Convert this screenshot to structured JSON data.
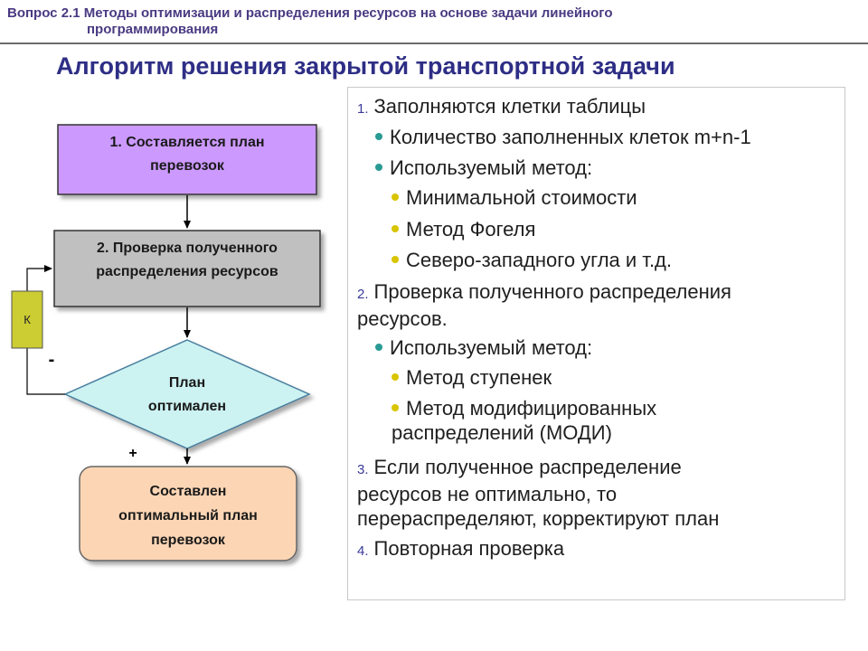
{
  "header": {
    "line1": "Вопрос 2.1 Методы оптимизации и распределения ресурсов на основе задачи линейного",
    "line2": "программирования"
  },
  "title": "Алгоритм решения закрытой транспортной задачи",
  "flowchart": {
    "box1": [
      "1. Составляется план",
      "перевозок"
    ],
    "box2": [
      "2. Проверка полученного",
      "распределения ресурсов"
    ],
    "decision": [
      "План",
      "оптимален"
    ],
    "box3": [
      "Составлен",
      "оптимальный план",
      "перевозок"
    ],
    "k_label": "К",
    "minus_label": "-",
    "plus_label": "+",
    "colors": {
      "box1": "#cc99ff",
      "box2": "#c0c0c0",
      "decision": "#ccf2f2",
      "box3": "#fcd5b4",
      "k_box": "#cccc33"
    }
  },
  "steps": {
    "s1": {
      "num": "1.",
      "text": "Заполняются клетки таблицы"
    },
    "s1_b1": "Количество заполненных клеток m+n-1",
    "s1_b2": "Используемый метод:",
    "s1_m1": "Минимальной стоимости",
    "s1_m2": "Метод Фогеля",
    "s1_m3": "Северо-западного угла и т.д.",
    "s2": {
      "num": "2.",
      "line1": "Проверка полученного распределения",
      "line2": "ресурсов."
    },
    "s2_b1": "Используемый метод:",
    "s2_m1": "Метод ступенек",
    "s2_m2_line1": "Метод модифицированных",
    "s2_m2_line2": "распределений (МОДИ)",
    "s3": {
      "num": "3.",
      "line1": "Если полученное распределение",
      "line2": "ресурсов не оптимально, то",
      "line3": "перераспределяют, корректируют план"
    },
    "s4": {
      "num": "4.",
      "text": "Повторная проверка"
    }
  }
}
